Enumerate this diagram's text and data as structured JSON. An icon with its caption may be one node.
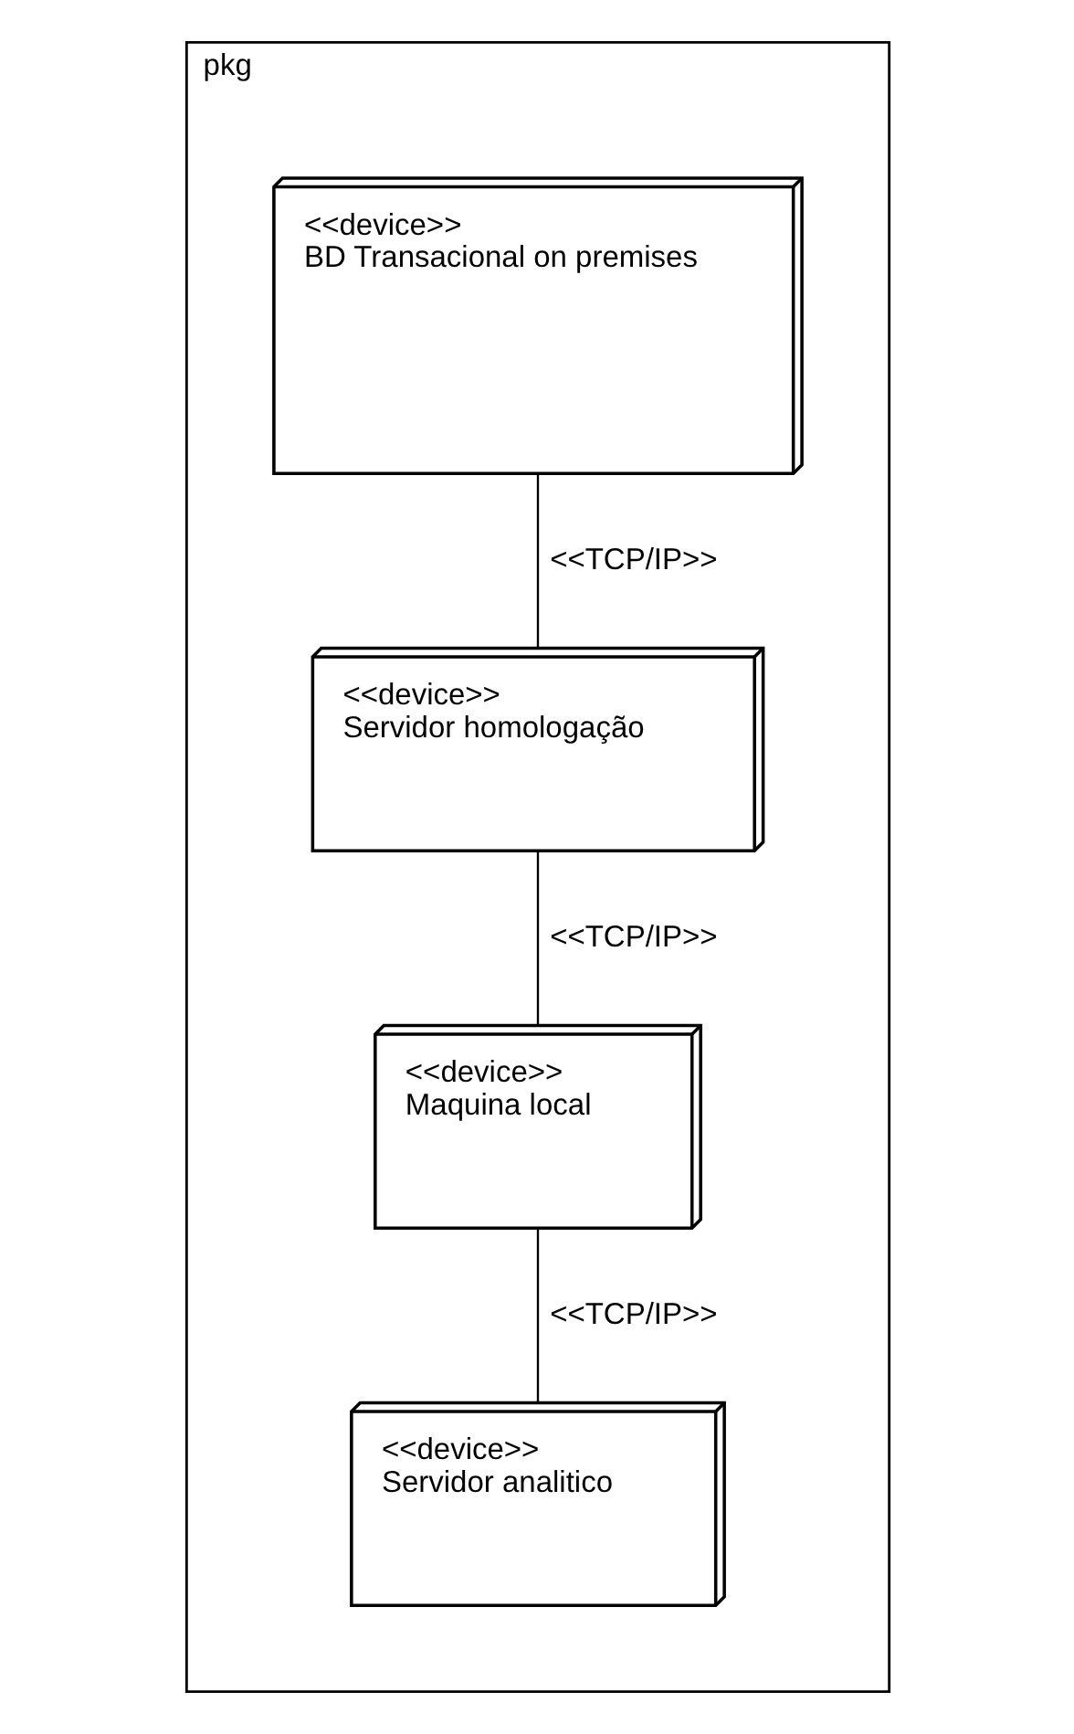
{
  "diagram": {
    "nodes": [
      {
        "text": [
          "pkg"
        ]
      },
      {
        "text": [
          "<<device>>",
          "BD Transacional on premises"
        ],
        "in": 0
      },
      {
        "text": [
          "<<device>>",
          "Servidor homologação"
        ],
        "in": 0
      },
      {
        "text": [
          "<<device>>",
          "Maquina local"
        ],
        "in": 0
      },
      {
        "text": [
          "<<device>>",
          "Servidor analitico"
        ],
        "in": 0
      }
    ],
    "edges": [
      {
        "from": 1,
        "to": 2,
        "arrow": "none",
        "label": "<<TCP/IP>>"
      },
      {
        "from": 2,
        "to": 3,
        "arrow": "none",
        "label": "<<TCP/IP>>"
      },
      {
        "from": 3,
        "to": 4,
        "arrow": "none",
        "label": "<<TCP/IP>>"
      }
    ]
  }
}
